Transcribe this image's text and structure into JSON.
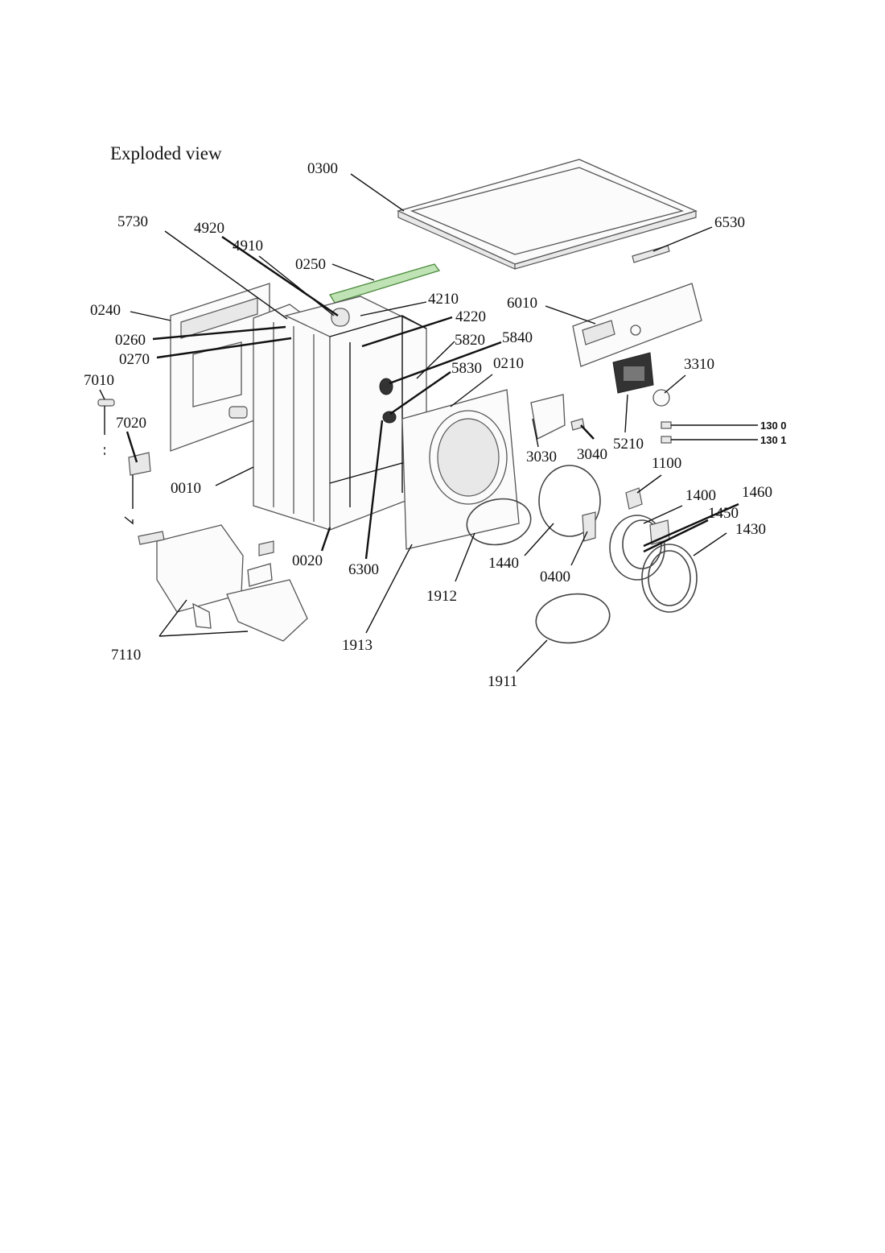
{
  "title": "Exploded view",
  "labels": {
    "l0300": "0300",
    "l6530": "6530",
    "l5730": "5730",
    "l4920": "4920",
    "l4910": "4910",
    "l0250": "0250",
    "l0240": "0240",
    "l4210": "4210",
    "l4220": "4220",
    "l6010": "6010",
    "l0260": "0260",
    "l0270": "0270",
    "l5820": "5820",
    "l5840": "5840",
    "l5830": "5830",
    "l0210": "0210",
    "l3310": "3310",
    "l7010": "7010",
    "l7020": "7020",
    "l3030": "3030",
    "l3040": "3040",
    "l5210": "5210",
    "l1300": "130 0",
    "l1301": "130 1",
    "l1100": "1100",
    "l0010": "0010",
    "l1400": "1400",
    "l1460": "1460",
    "l1450": "1450",
    "l1430": "1430",
    "l0020": "0020",
    "l6300": "6300",
    "l1440": "1440",
    "l0400": "0400",
    "l1912": "1912",
    "l7110": "7110",
    "l1913": "1913",
    "l1911": "1911"
  }
}
